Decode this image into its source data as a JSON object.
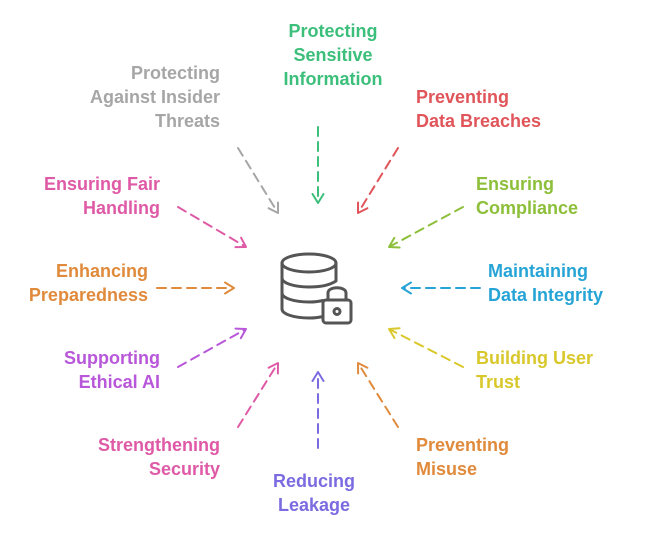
{
  "diagram": {
    "center_icon": "database-lock-icon",
    "items": [
      {
        "id": "protecting-sensitive-information",
        "lines": [
          "Protecting",
          "Sensitive",
          "Information"
        ],
        "color": "#3cbf7a"
      },
      {
        "id": "preventing-data-breaches",
        "lines": [
          "Preventing",
          "Data Breaches"
        ],
        "color": "#e0555a"
      },
      {
        "id": "ensuring-compliance",
        "lines": [
          "Ensuring",
          "Compliance"
        ],
        "color": "#8dbf3a"
      },
      {
        "id": "maintaining-data-integrity",
        "lines": [
          "Maintaining",
          "Data Integrity"
        ],
        "color": "#27a4d6"
      },
      {
        "id": "building-user-trust",
        "lines": [
          "Building User",
          "Trust"
        ],
        "color": "#d9c82c"
      },
      {
        "id": "preventing-misuse",
        "lines": [
          "Preventing",
          "Misuse"
        ],
        "color": "#e08a3c"
      },
      {
        "id": "reducing-leakage",
        "lines": [
          "Reducing",
          "Leakage"
        ],
        "color": "#7b6be0"
      },
      {
        "id": "strengthening-security",
        "lines": [
          "Strengthening",
          "Security"
        ],
        "color": "#df5aa6"
      },
      {
        "id": "supporting-ethical-ai",
        "lines": [
          "Supporting",
          "Ethical AI"
        ],
        "color": "#b857d9"
      },
      {
        "id": "enhancing-preparedness",
        "lines": [
          "Enhancing",
          "Preparedness"
        ],
        "color": "#e08a3c"
      },
      {
        "id": "ensuring-fair-handling",
        "lines": [
          "Ensuring Fair",
          "Handling"
        ],
        "color": "#df5aa6"
      },
      {
        "id": "protecting-against-insider-threats",
        "lines": [
          "Protecting",
          "Against Insider",
          "Threats"
        ],
        "color": "#a6a6a6"
      }
    ]
  }
}
